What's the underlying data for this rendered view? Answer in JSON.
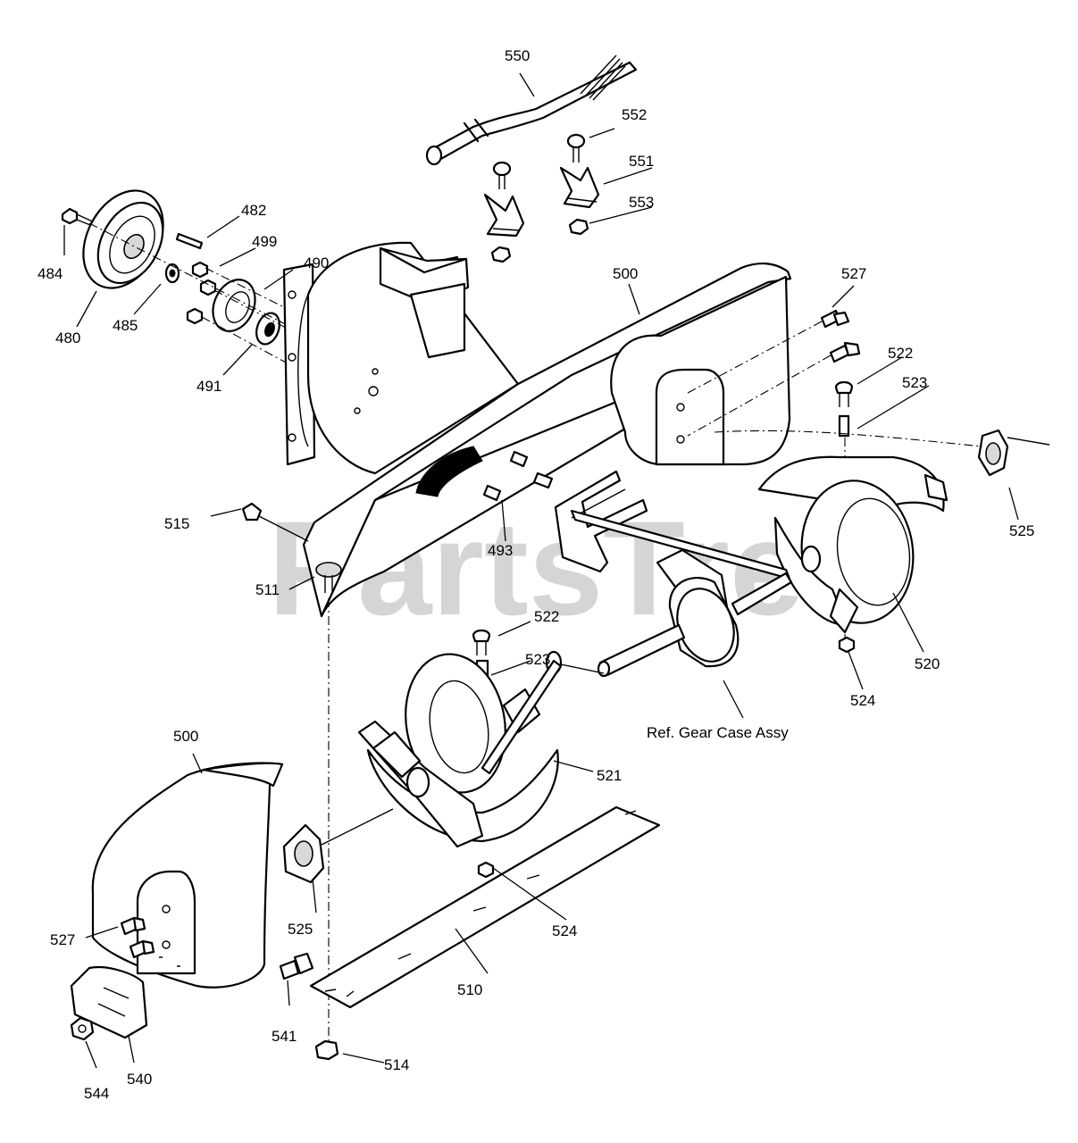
{
  "watermark": "PartsTree",
  "labels": {
    "p550": "550",
    "p552": "552",
    "p551": "551",
    "p553": "553",
    "p482": "482",
    "p499": "499",
    "p490": "490",
    "p484": "484",
    "p480": "480",
    "p485": "485",
    "p491": "491",
    "p500a": "500",
    "p527a": "527",
    "p522a": "522",
    "p523a": "523",
    "p525a": "525",
    "p515": "515",
    "p493": "493",
    "p511": "511",
    "p522b": "522",
    "p523b": "523",
    "p520": "520",
    "p524a": "524",
    "gearcase": "Ref. Gear Case Assy",
    "p500b": "500",
    "p521": "521",
    "p525b": "525",
    "p527b": "527",
    "p524b": "524",
    "p510": "510",
    "p541": "541",
    "p540": "540",
    "p544": "544",
    "p514": "514"
  }
}
